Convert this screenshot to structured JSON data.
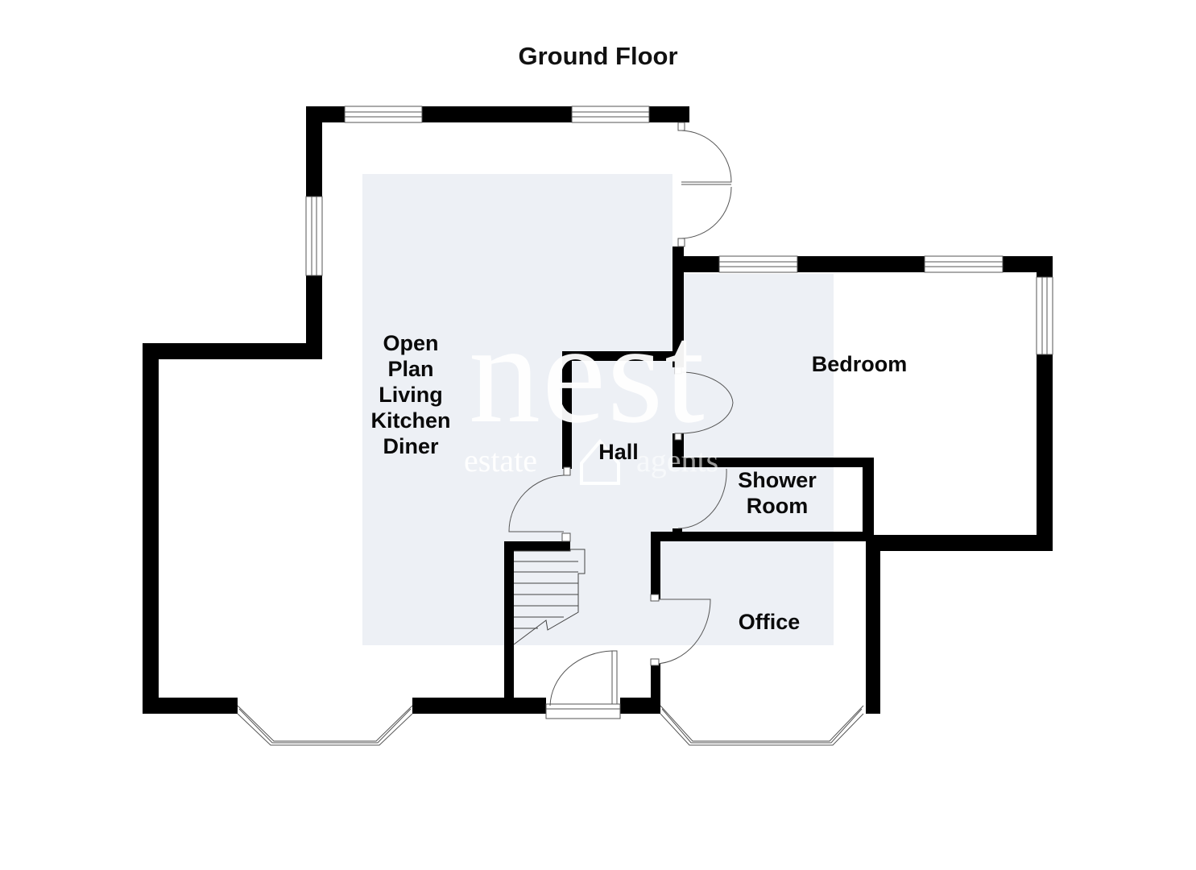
{
  "plan": {
    "title": "Ground Floor"
  },
  "rooms": {
    "living": [
      "Open",
      "Plan",
      "Living",
      "Kitchen",
      "Diner"
    ],
    "hall": "Hall",
    "bedroom": "Bedroom",
    "shower": [
      "Shower",
      "Room"
    ],
    "office": "Office"
  },
  "watermark": {
    "brand": "nest",
    "tagline_left": "estate",
    "tagline_right": "agents"
  },
  "colors": {
    "wall": "#000000",
    "highlight": "#edf0f5",
    "background": "#ffffff"
  }
}
